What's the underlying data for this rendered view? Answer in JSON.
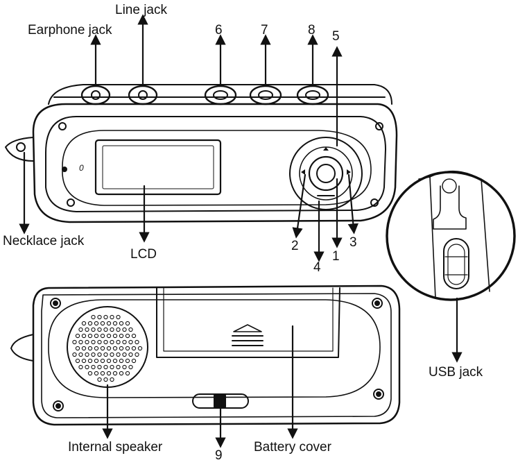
{
  "labels": {
    "earphone_jack": "Earphone jack",
    "line_jack": "Line jack",
    "necklace_jack": "Necklace jack",
    "lcd": "LCD",
    "usb_jack": "USB jack",
    "internal_speaker": "Internal speaker",
    "battery_cover": "Battery cover"
  },
  "numbers": {
    "n1": "1",
    "n2": "2",
    "n3": "3",
    "n4": "4",
    "n5": "5",
    "n6": "6",
    "n7": "7",
    "n8": "8",
    "n9": "9"
  },
  "device_text": {
    "lcd_side_mark": "0"
  },
  "colors": {
    "line": "#111111",
    "background": "#ffffff",
    "shade": "#d9d9d9"
  }
}
